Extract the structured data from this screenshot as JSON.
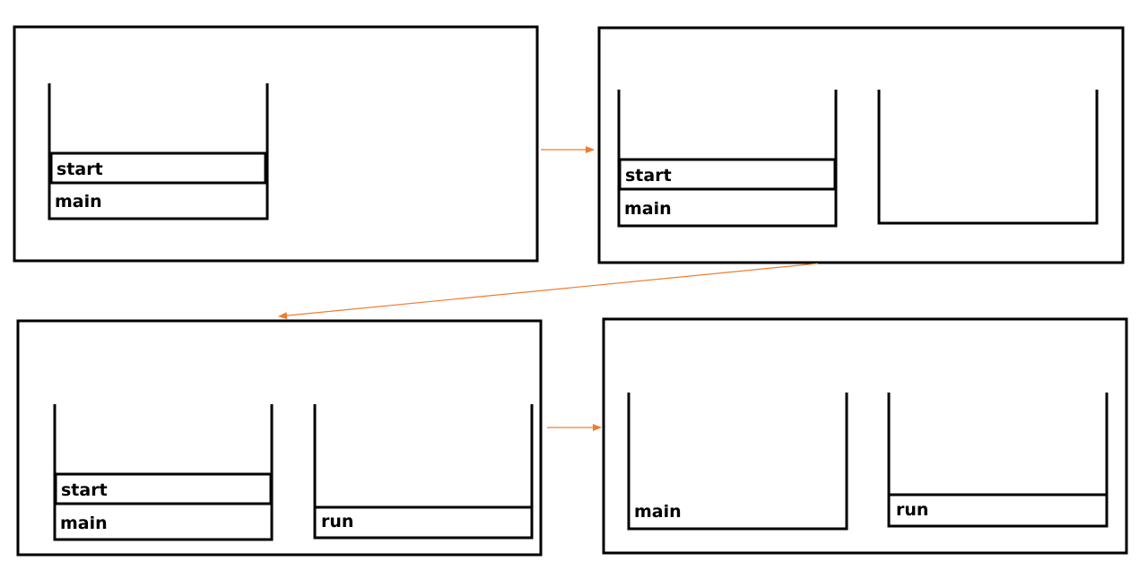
{
  "diagram": {
    "labels": {
      "start": "start",
      "main": "main",
      "run": "run"
    },
    "arrow_color": "#ed7d31"
  }
}
